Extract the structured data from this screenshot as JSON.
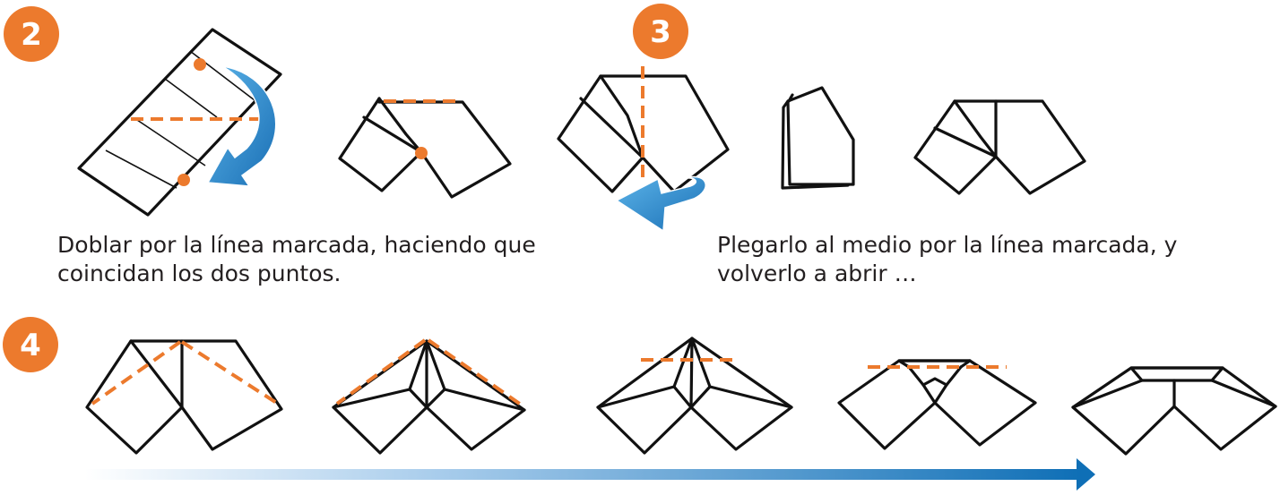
{
  "steps": [
    {
      "number": "2",
      "caption_lines": [
        "Doblar por la línea marcada, haciendo que",
        "coincidan los dos puntos."
      ]
    },
    {
      "number": "3",
      "caption_lines": [
        "Plegarlo al medio por la línea marcada, y",
        "volverlo a abrir …"
      ]
    },
    {
      "number": "4"
    }
  ],
  "colors": {
    "badge": "#ec7a2d",
    "fold_line": "#ec7a2d",
    "arrow": "#1f83c6",
    "outline": "#111111",
    "progress_start": "#ffffff",
    "progress_end": "#0f6fb6"
  },
  "icons": [
    "fold-arrow-icon",
    "orange-dot-icon",
    "progress-arrow-icon"
  ]
}
